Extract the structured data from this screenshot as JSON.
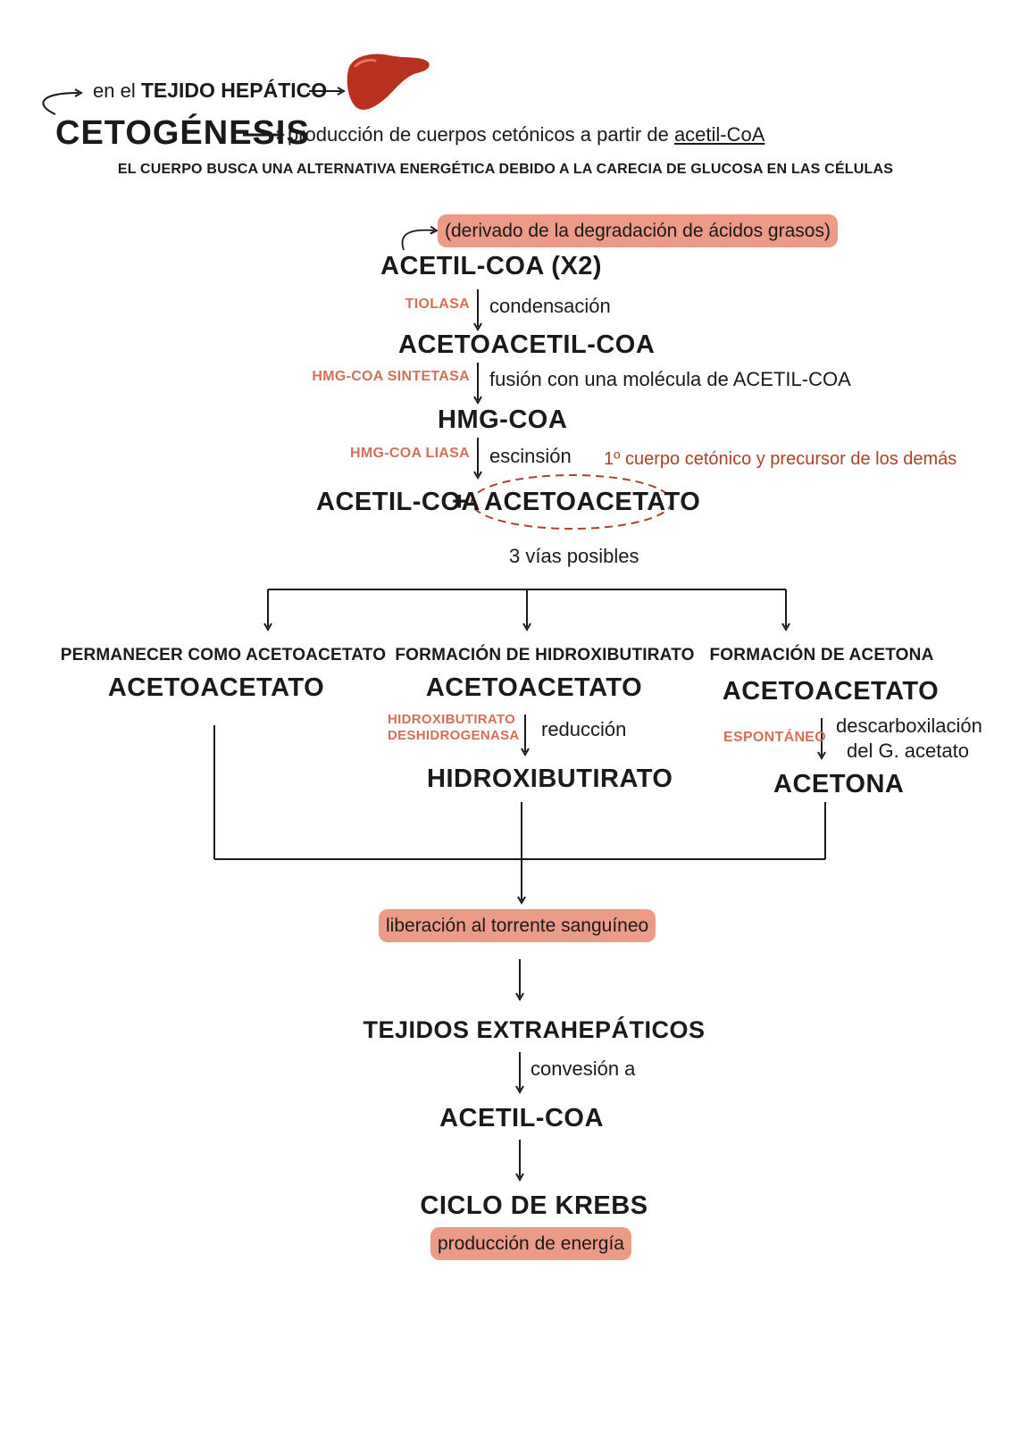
{
  "header": {
    "location_prefix": "en el",
    "location_tissue": "TEJIDO HEPÁTICO",
    "title": "CETOGÉNESIS",
    "definition_text": "producción de cuerpos cetónicos a partir de",
    "definition_link": "acetil-CoA",
    "subtitle": "EL CUERPO BUSCA UNA ALTERNATIVA ENERGÉTICA DEBIDO A LA CARECIA DE GLUCOSA EN LAS CÉLULAS",
    "liver_color": "#b8301e"
  },
  "pathway": {
    "origin_note": "(derivado de la degradación de ácidos grasos)",
    "step1_compound": "ACETIL-COA (X2)",
    "step1_enzyme": "TIOLASA",
    "step1_process": "condensación",
    "step2_compound": "ACETOACETIL-COA",
    "step2_enzyme": "HMG-COA SINTETASA",
    "step2_process": "fusión con una molécula de ACETIL-COA",
    "step3_compound": "HMG-COA",
    "step3_enzyme": "HMG-COA LIASA",
    "step3_process": "escinsión",
    "step3_note": "1º cuerpo cetónico y precursor de los demás",
    "product_left": "ACETIL-COA",
    "product_plus": "+",
    "product_right": "ACETOACETATO",
    "routes_label": "3 vías posibles"
  },
  "routes": [
    {
      "heading": "PERMANECER COMO ACETOACETATO",
      "compound": "ACETOACETATO"
    },
    {
      "heading": "FORMACIÓN DE HIDROXIBUTIRATO",
      "compound": "ACETOACETATO",
      "enzyme_line1": "HIDROXIBUTIRATO",
      "enzyme_line2": "DESHIDROGENASA",
      "process": "reducción",
      "result": "HIDROXIBUTIRATO"
    },
    {
      "heading": "FORMACIÓN DE ACETONA",
      "compound": "ACETOACETATO",
      "enzyme": "ESPONTÁNEO",
      "process_line1": "descarboxilación",
      "process_line2": "del G. acetato",
      "result": "ACETONA"
    }
  ],
  "outcome": {
    "release": "liberación al torrente sanguíneo",
    "tissues": "TEJIDOS EXTRAHEPÁTICOS",
    "conversion": "convesión a",
    "acetyl": "ACETIL-COA",
    "cycle": "CICLO DE KREBS",
    "energy": "producción de energía"
  },
  "colors": {
    "highlight": "#ec9b86",
    "enzyme": "#d4705a",
    "note": "#a8442a",
    "ink": "#1a1a1a"
  }
}
